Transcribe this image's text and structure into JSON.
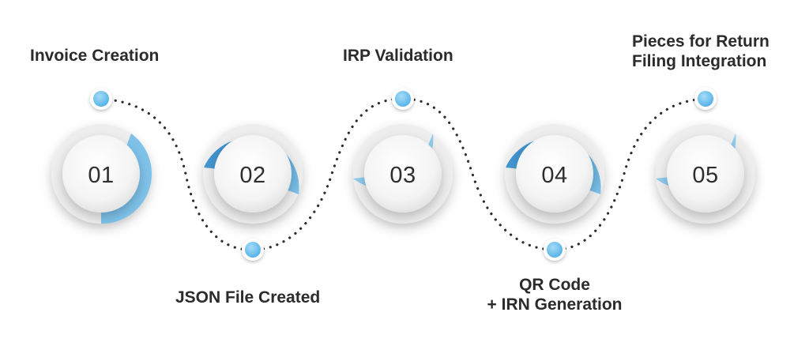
{
  "steps": [
    {
      "number": "01",
      "label_lines": [
        "Invoice Creation"
      ]
    },
    {
      "number": "02",
      "label_lines": [
        "JSON File Created"
      ]
    },
    {
      "number": "03",
      "label_lines": [
        "IRP Validation"
      ]
    },
    {
      "number": "04",
      "label_lines": [
        "QR Code",
        "+ IRN Generation"
      ]
    },
    {
      "number": "05",
      "label_lines": [
        "Pieces for Return",
        "Filing Integration"
      ]
    }
  ],
  "colors": {
    "accent_dark": "#2f86c8",
    "accent_light": "#8fcbee",
    "dot": "#6ec1ec",
    "path": "#2c2c2c",
    "text": "#2b2b2b"
  }
}
